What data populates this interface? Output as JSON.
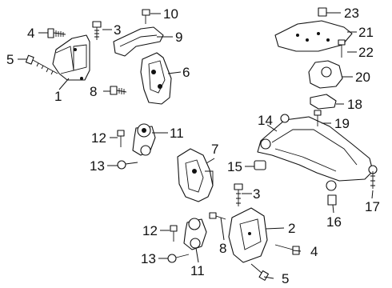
{
  "callouts": [
    "1",
    "2",
    "3",
    "3",
    "4",
    "4",
    "5",
    "5",
    "6",
    "7",
    "8",
    "8",
    "9",
    "10",
    "11",
    "11",
    "12",
    "12",
    "13",
    "13",
    "14",
    "15",
    "16",
    "17",
    "18",
    "19",
    "20",
    "21",
    "22",
    "23"
  ],
  "colors": {
    "line": "#111111",
    "background": "#ffffff"
  }
}
